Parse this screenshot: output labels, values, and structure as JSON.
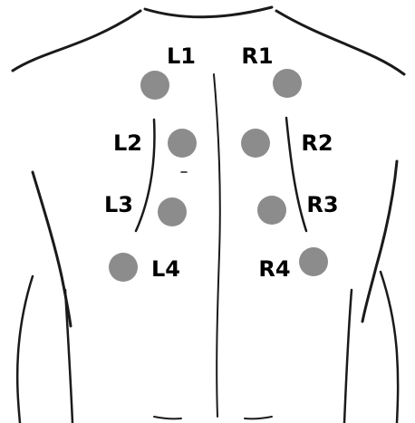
{
  "diagram": {
    "colors": {
      "outline": "#1a1a1a",
      "dot": "#8c8c8c",
      "label": "#000000",
      "background": "#ffffff"
    },
    "points": [
      {
        "id": "L1",
        "label": "L1"
      },
      {
        "id": "R1",
        "label": "R1"
      },
      {
        "id": "L2",
        "label": "L2"
      },
      {
        "id": "R2",
        "label": "R2"
      },
      {
        "id": "L3",
        "label": "L3"
      },
      {
        "id": "R3",
        "label": "R3"
      },
      {
        "id": "L4",
        "label": "L4"
      },
      {
        "id": "R4",
        "label": "R4"
      }
    ]
  }
}
